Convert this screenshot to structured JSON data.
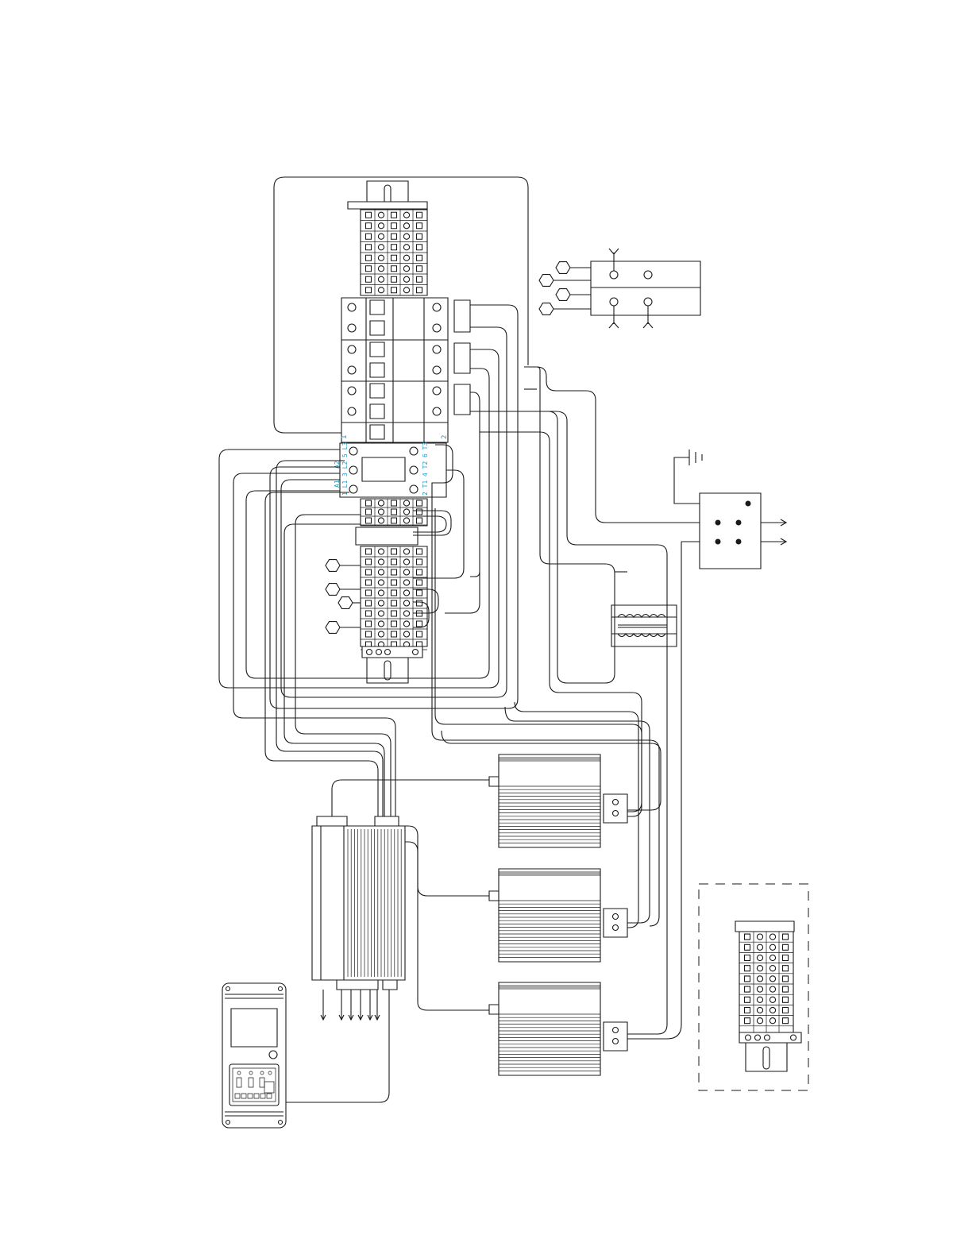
{
  "diagram": {
    "type": "wiring-diagram",
    "colors": {
      "line": "#1a1a1a",
      "accent": "#1e9bc4",
      "background": "#ffffff"
    },
    "contactor_labels": {
      "left_col": [
        "A2",
        "A1"
      ],
      "left_terms": [
        "5 L3",
        "3 L2",
        "1 L1"
      ],
      "right_terms": [
        "6 T3",
        "4 T2",
        "2 T1"
      ],
      "breaker_left": "1",
      "breaker_right": "2"
    }
  }
}
